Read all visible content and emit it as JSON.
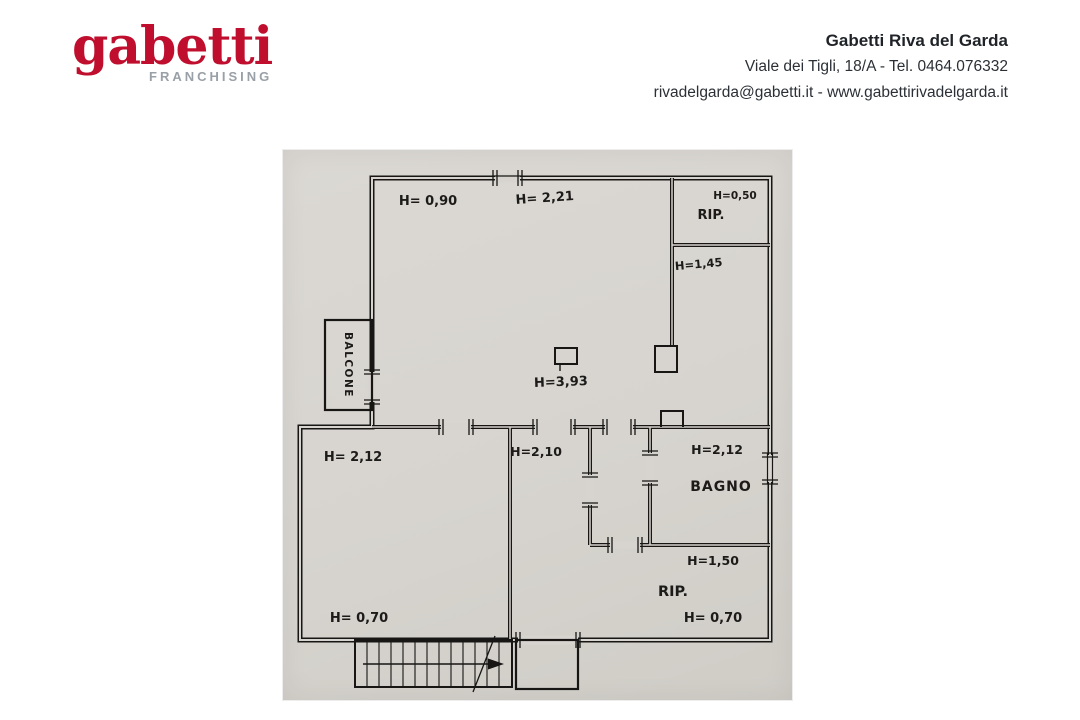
{
  "header": {
    "logo": {
      "wordmark": "gabetti",
      "tagline": "FRANCHISING"
    },
    "agency": {
      "name": "Gabetti Riva del Garda",
      "address": "Viale dei Tigli, 18/A - Tel. 0464.076332",
      "contacts": "rivadelgarda@gabetti.it - www.gabettirivadelgarda.it"
    }
  },
  "floorplan": {
    "labels": {
      "h_top_left": "H= 0,90",
      "h_top_center": "H= 2,21",
      "h_top_right": "H=0,50",
      "rip_top": "RIP.",
      "h_under_rip": "H=1,45",
      "balcone": "BALCONE",
      "h_center": "H=3,93",
      "h_room_left": "H= 2,12",
      "h_corridor": "H=2,10",
      "h_bagno": "H=2,12",
      "bagno": "BAGNO",
      "h_rip_bottom": "H=1,50",
      "rip_bottom": "RIP.",
      "h_bottom_left": "H= 0,70",
      "h_bottom_right": "H= 0,70"
    }
  },
  "colors": {
    "brand_red": "#c00f2e",
    "tagline_gray": "#99a0a8",
    "scan_background": "#d7d4cf",
    "ink": "#1c1b19"
  }
}
